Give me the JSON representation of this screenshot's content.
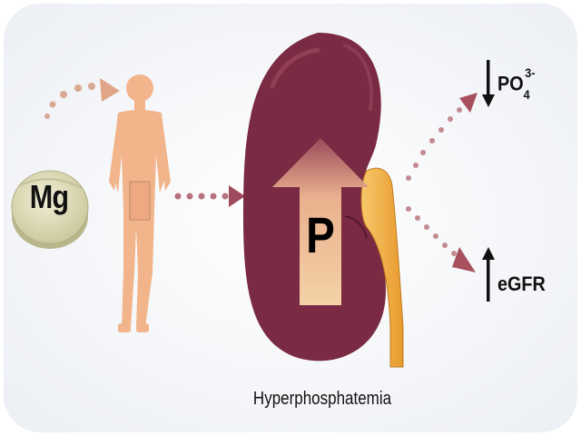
{
  "labels": {
    "pill": "Mg",
    "kidney_letter": "P",
    "caption": "Hyperphosphatemia",
    "phosphate_base": "PO",
    "phosphate_sub": "4",
    "phosphate_sup": "3-",
    "egfr": "eGFR"
  },
  "colors": {
    "kidney": "#7a2a42",
    "arrow_dots": "#b07a82",
    "pill": "#dedcb8",
    "body": "#f2b48a",
    "ureter": "#f4b54e"
  }
}
